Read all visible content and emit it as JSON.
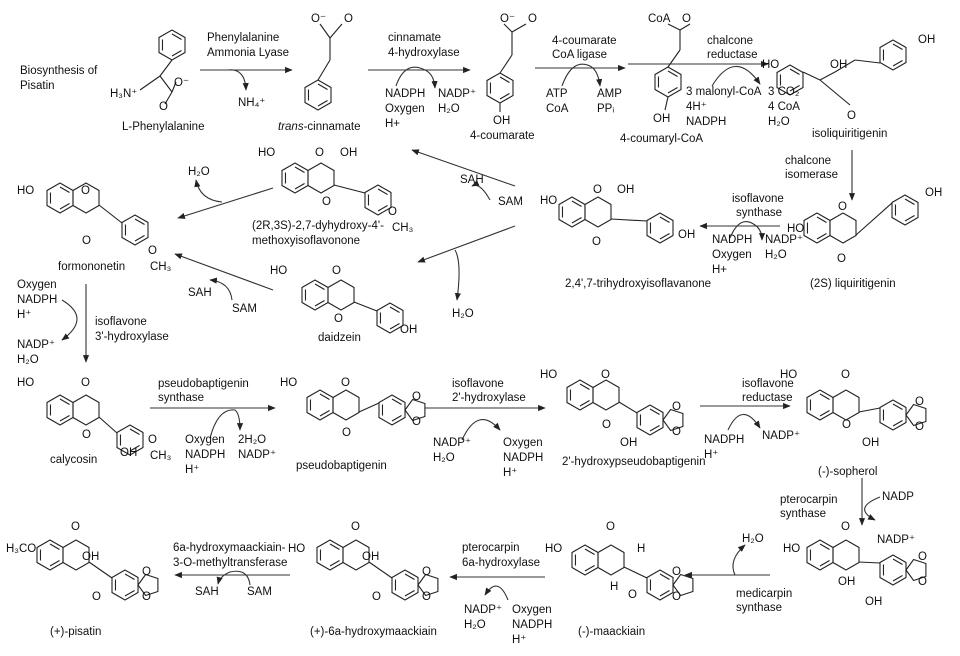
{
  "title": [
    "Biosynthesis of",
    "Pisatin"
  ],
  "compounds": {
    "phe": "L-Phenylalanine",
    "cinn_italic": "trans",
    "cinn_rest": "-cinnamate",
    "coumarate": "4-coumarate",
    "coumaryl": "4-coumaryl-CoA",
    "isoliq": "isoliquiritigenin",
    "liq": "(2S) liquiritigenin",
    "trihydroxy": "2,4',7-trihydroxyisoflavanone",
    "methoxy": [
      "(2R,3S)-2,7-dyhydroxy-4'-",
      "methoxyisoflavonone"
    ],
    "formononetin": "formononetin",
    "daidzein": "daidzein",
    "calycosin": "calycosin",
    "pseudobaptigenin": "pseudobaptigenin",
    "hydroxypseudo": "2'-hydroxypseudobaptigenin",
    "sopherol": "(-)-sopherol",
    "maackiain": "(-)-maackiain",
    "hydroxymaackiain": "(+)-6a-hydroxymaackiain",
    "pisatin": "(+)-pisatin"
  },
  "atoms": {
    "h3n": "H₃N⁺",
    "o_minus": "O⁻",
    "o": "O",
    "oh": "OH",
    "ho": "HO",
    "ch3": "CH₃",
    "h3co": "H₃CO",
    "coa": "CoA",
    "h": "H"
  },
  "enzymes": {
    "pal": [
      "Phenylalanine",
      "Ammonia Lyase"
    ],
    "c4h": [
      "cinnamate",
      "4-hydroxylase"
    ],
    "4cl": [
      "4-coumarate",
      "CoA ligase"
    ],
    "chr": [
      "chalcone",
      "reductase"
    ],
    "chi": [
      "chalcone",
      "isomerase"
    ],
    "ifs": [
      "isoflavone",
      "synthase"
    ],
    "i3h": [
      "isoflavone",
      "3'-hydroxylase"
    ],
    "pbs": [
      "pseudobaptigenin",
      "synthase"
    ],
    "i2h": [
      "isoflavone",
      "2'-hydroxylase"
    ],
    "ifr": [
      "isoflavone",
      "reductase"
    ],
    "pts": [
      "pterocarpin",
      "synthase"
    ],
    "ms": [
      "medicarpin",
      "synthase"
    ],
    "p6h": [
      "pterocarpin",
      "6a-hydroxylase"
    ],
    "omt": [
      "6a-hydroxymaackiain-",
      "3-O-methyltransferase"
    ]
  },
  "cofactors": {
    "nh4": "NH₄⁺",
    "c4h_in": [
      "NADPH",
      "Oxygen",
      "H+"
    ],
    "c4h_out": [
      "NADP⁺",
      "H₂O"
    ],
    "4cl_in": [
      "ATP",
      "CoA"
    ],
    "4cl_out": [
      "AMP",
      "PPᵢ"
    ],
    "chr_in": [
      "3 malonyl-CoA",
      "4H⁺",
      "NADPH"
    ],
    "chr_out": [
      "3 CO₂",
      "4 CoA",
      "H₂O"
    ],
    "ifs_in": [
      "NADPH",
      "Oxygen",
      "H+"
    ],
    "ifs_out": [
      "NADP⁺",
      "H₂O"
    ],
    "sah": "SAH",
    "sam": "SAM",
    "h2o": "H₂O",
    "i3h_in": [
      "Oxygen",
      "NADPH",
      "H⁺"
    ],
    "i3h_out": [
      "NADP⁺",
      "H₂O"
    ],
    "pbs_in": [
      "Oxygen",
      "NADPH",
      "H⁺"
    ],
    "pbs_out": [
      "2H₂O",
      "NADP⁺"
    ],
    "i2h_in": [
      "NADP⁺",
      "H₂O"
    ],
    "i2h_out": [
      "Oxygen",
      "NADPH",
      "H⁺"
    ],
    "ifr_in": [
      "NADPH",
      "H⁺"
    ],
    "ifr_out": "NADP⁺",
    "pts_in": "NADP",
    "pts_out": "NADP⁺",
    "p6h_in": [
      "NADP⁺",
      "H₂O"
    ],
    "p6h_out": [
      "Oxygen",
      "NADPH",
      "H⁺"
    ]
  }
}
